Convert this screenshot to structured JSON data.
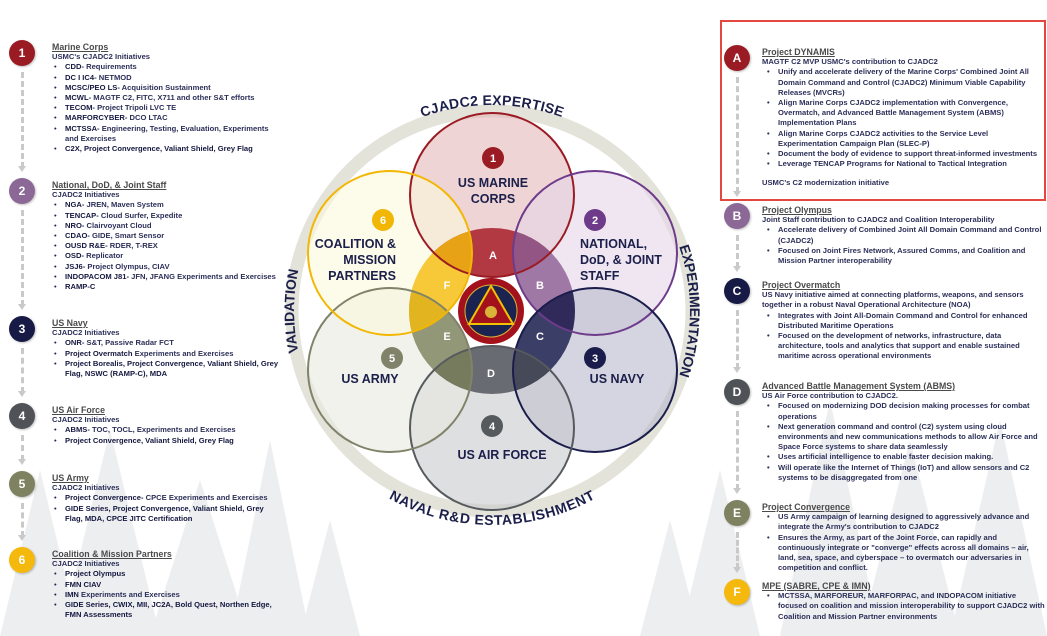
{
  "diagram": {
    "ring_labels": {
      "top": "CJADC2 EXPERTISE",
      "right": "EXPERIMENTATION",
      "bottom": "NAVAL R&D ESTABLISHMENT",
      "left": "VALIDATION"
    },
    "circles": [
      {
        "number": "1",
        "lines": [
          "US MARINE",
          "CORPS"
        ],
        "stroke": "#9b1b24",
        "fill": "#e3b7b9",
        "petal": "#a3121c",
        "petal_letter": "A"
      },
      {
        "number": "2",
        "lines": [
          "NATIONAL,",
          "DoD, & JOINT",
          "STAFF"
        ],
        "stroke": "#6e3b8a",
        "fill": "#e4d6e7",
        "petal": "#8c5c94",
        "petal_letter": "B"
      },
      {
        "number": "3",
        "lines": [
          "US NAVY"
        ],
        "stroke": "#1a1d4b",
        "fill": "#b7b9cc",
        "petal": "#141847",
        "petal_letter": "C"
      },
      {
        "number": "4",
        "lines": [
          "US AIR FORCE"
        ],
        "stroke": "#555a5e",
        "fill": "#c8cacd",
        "petal": "#4a4e55",
        "petal_letter": "D"
      },
      {
        "number": "5",
        "lines": [
          "US ARMY"
        ],
        "stroke": "#80836a",
        "fill": "#e8e9e0",
        "petal": "#7b7f5a",
        "petal_letter": "E"
      },
      {
        "number": "6",
        "lines": [
          "COALITION &",
          "MISSION",
          "PARTNERS"
        ],
        "stroke": "#f2b705",
        "fill": "#fbf8dc",
        "petal": "#f5bb0a",
        "petal_letter": "F"
      }
    ],
    "ring_color": "#e3e3da"
  },
  "left": {
    "sections": [
      {
        "number": "1",
        "color": "#9b1b24",
        "title": "Marine Corps",
        "subtitle": "USMC's CJADC2 Initiatives",
        "items": [
          {
            "bold": "CDD-",
            "text": " Requirements"
          },
          {
            "bold": "DC I IC4-",
            "text": " NETMOD"
          },
          {
            "bold": "MCSC/PEO LS-",
            "text": " Acquisition Sustainment"
          },
          {
            "bold": "MCWL-",
            "text": " MAGTF C2, FITC, X711 and other S&T efforts"
          },
          {
            "bold": "TECOM-",
            "text": " Project Tripoli LVC TE"
          },
          {
            "bold": "MARFORCYBER-",
            "text": " DCO LTAC"
          },
          {
            "bold": "MCTSSA-",
            "text": " Engineering, Testing, Evaluation, Experiments and Exercises"
          },
          {
            "bold": "C2X, Project Convergence, Valiant Shield, Grey Flag",
            "text": ""
          }
        ]
      },
      {
        "number": "2",
        "color": "#8c6896",
        "title": "National, DoD, & Joint Staff",
        "subtitle": "CJADC2 Initiatives",
        "items": [
          {
            "bold": "NGA-",
            "text": " JREN, Maven System"
          },
          {
            "bold": "TENCAP-",
            "text": " Cloud Surfer, Expedite"
          },
          {
            "bold": "NRO-",
            "text": " Clairvoyant Cloud"
          },
          {
            "bold": "CDAO-",
            "text": " GIDE, Smart Sensor"
          },
          {
            "bold": "OUSD R&E-",
            "text": " RDER, T-REX"
          },
          {
            "bold": "OSD-",
            "text": " Replicator"
          },
          {
            "bold": "JSJ6-",
            "text": " Project Olympus, CIAV"
          },
          {
            "bold": "INDOPACOM J81-",
            "text": " JFN, JFANG Experiments and Exercises"
          },
          {
            "bold": "RAMP-C",
            "text": ""
          }
        ]
      },
      {
        "number": "3",
        "color": "#171a45",
        "title": "US Navy",
        "subtitle": "CJADC2 Initiatives",
        "items": [
          {
            "bold": "ONR-",
            "text": " S&T, Passive Radar FCT"
          },
          {
            "bold": "Project Overmatch",
            "text": " Experiments and Exercises"
          },
          {
            "bold": "Project Borealis, Project Convergence, Valiant Shield, Grey Flag, NSWC (RAMP-C), MDA",
            "text": ""
          }
        ]
      },
      {
        "number": "4",
        "color": "#4f5357",
        "title": "US Air Force",
        "subtitle": "CJADC2 Initiatives",
        "items": [
          {
            "bold": "ABMS-",
            "text": " TOC, TOCL, Experiments and Exercises"
          },
          {
            "bold": "Project Convergence, Valiant Shield, Grey Flag",
            "text": ""
          }
        ]
      },
      {
        "number": "5",
        "color": "#7e8260",
        "title": "US Army",
        "subtitle": "CJADC2 Initiatives",
        "items": [
          {
            "bold": "Project Convergence-",
            "text": " CPCE Experiments and Exercises"
          },
          {
            "bold": "GIDE Series, Project Convergence, Valiant Shield, Grey Flag, MDA, CPCE JITC Certification",
            "text": ""
          }
        ]
      },
      {
        "number": "6",
        "color": "#f4b90c",
        "title": "Coalition & Mission Partners",
        "subtitle": "CJADC2 Initiatives",
        "items": [
          {
            "bold": "Project Olympus",
            "text": ""
          },
          {
            "bold": "FMN CIAV",
            "text": ""
          },
          {
            "bold": "IMN",
            "text": " Experiments and Exercises"
          },
          {
            "bold": "GIDE Series, CWIX, MII, JC2A, Bold Quest, Northen Edge, FMN Assessments",
            "text": ""
          }
        ]
      }
    ]
  },
  "right": {
    "sections": [
      {
        "letter": "A",
        "color": "#9b1b24",
        "title": "Project DYNAMIS",
        "subtitle": "MAGTF C2 MVP USMC's contribution to CJADC2",
        "bullets": [
          "Unify and accelerate delivery of the Marine Corps' Combined Joint All Domain Command and Control (CJADC2) Minimum Viable Capability Releases (MVCRs)",
          "Align Marine Corps CJADC2 implementation with Convergence, Overmatch, and Advanced Battle Management System (ABMS) Implementation Plans",
          "Align Marine Corps CJADC2 activities to the Service Level Experimentation Campaign Plan (SLEC-P)",
          "Document the body of evidence to support threat-informed investments",
          "Leverage TENCAP Programs for National to Tactical Integration"
        ],
        "footer": "USMC's C2 modernization initiative"
      },
      {
        "letter": "B",
        "color": "#8c6896",
        "title": "Project Olympus",
        "subtitle": "Joint Staff contribution to CJADC2 and Coalition Interoperability",
        "bullets": [
          "Accelerate delivery of Combined Joint All Domain Command and Control (CJADC2)",
          "Focused on Joint Fires Network, Assured Comms, and Coalition and Mission Partner interoperability"
        ]
      },
      {
        "letter": "C",
        "color": "#171a45",
        "title": "Project Overmatch",
        "subtitle": "US Navy initiative aimed at connecting platforms, weapons, and sensors together in a robust Naval Operational Architecture (NOA)",
        "bullets": [
          "Integrates with Joint All-Domain Command and Control for enhanced Distributed Maritime Operations",
          "Focused on the development of networks, infrastructure, data architecture, tools and analytics that support and enable sustained maritime across operational environments"
        ]
      },
      {
        "letter": "D",
        "color": "#4f5357",
        "title": "Advanced Battle Management System (ABMS)",
        "subtitle": "US Air Force contribution to CJADC2.",
        "bullets": [
          "Focused on modernizing DOD decision making processes for combat operations",
          "Next generation command and control (C2) system  using cloud environments and new communications methods to allow Air Force and Space Force systems to share data seamlessly",
          "Uses artificial intelligence to enable faster decision making.",
          "Will operate like the Internet of Things (IoT) and allow sensors and C2 systems to be disaggregated from one"
        ]
      },
      {
        "letter": "E",
        "color": "#7e8260",
        "title": "Project Convergence",
        "bullets": [
          "US Army campaign of learning designed to aggressively advance and integrate the Army's contribution to CJADC2",
          "Ensures the Army, as part of the Joint Force, can rapidly and continuously integrate or \"converge\" effects across all domains – air, land, sea, space, and cyberspace – to overmatch our adversaries in competition and conflict."
        ]
      },
      {
        "letter": "F",
        "color": "#f4b90c",
        "title": "MPE (SABRE, CPE & IMN)",
        "bullets": [
          "MCTSSA, MARFOREUR, MARFORPAC, and INDOPACOM initiative focused on coalition and mission interoperability to support CJADC2 with Coalition and Mission Partner environments"
        ]
      }
    ],
    "highlight_color": "#e2483d"
  }
}
